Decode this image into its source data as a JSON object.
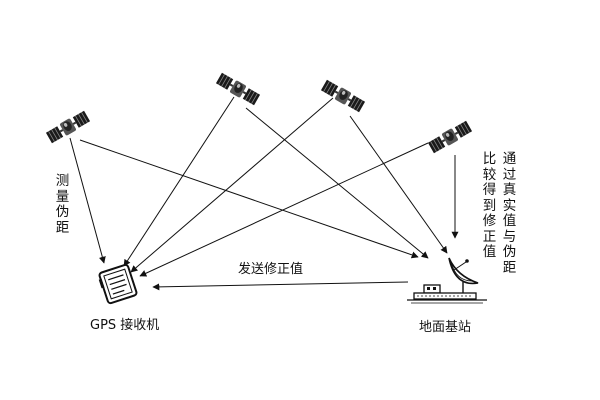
{
  "labels": {
    "measure_pseudorange": "测量伪距",
    "compare": "比较得到修正值",
    "true_vs_pseudo": "通过真实值与伪距",
    "send_correction": "发送修正值",
    "receiver": "GPS 接收机",
    "base_station": "地面基站"
  },
  "icons": {
    "satellite": "satellite-icon",
    "receiver": "gps-receiver-icon",
    "base_station": "dish-antenna-icon"
  },
  "colors": {
    "line": "#111111",
    "satellite_body": "#333333",
    "satellite_panel": "#1a1a1a",
    "background": "#ffffff"
  }
}
